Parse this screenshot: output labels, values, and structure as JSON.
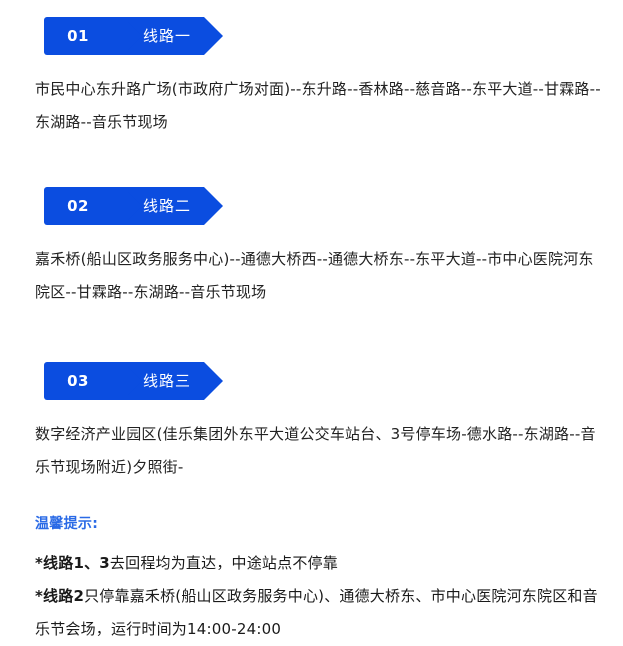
{
  "theme": {
    "badge_blue": "#0B4DE0",
    "tips_blue": "#2A6AE6",
    "text_color": "#222222",
    "background": "#FFFFFF"
  },
  "routes": [
    {
      "number": "01",
      "name": "线路一",
      "stops_text": "市民中心东升路广场(市政府广场对面)--东升路--香林路--慈音路--东平大道--甘霖路--东湖路--音乐节现场"
    },
    {
      "number": "02",
      "name": "线路二",
      "stops_text": "嘉禾桥(船山区政务服务中心)--通德大桥西--通德大桥东--东平大道--市中心医院河东院区--甘霖路--东湖路--音乐节现场"
    },
    {
      "number": "03",
      "name": "线路三",
      "stops_text": "数字经济产业园区(佳乐集团外东平大道公交车站台、3号停车场-德水路--东湖路--音乐节现场附近)夕照街-"
    }
  ],
  "tips": {
    "title": "温馨提示:",
    "lines": [
      {
        "strong": "*线路1、3",
        "rest": "去回程均为直达，中途站点不停靠"
      },
      {
        "strong": "*线路2",
        "rest": "只停靠嘉禾桥(船山区政务服务中心)、通德大桥东、市中心医院河东院区和音乐节会场，运行时间为14:00-24:00"
      }
    ]
  }
}
